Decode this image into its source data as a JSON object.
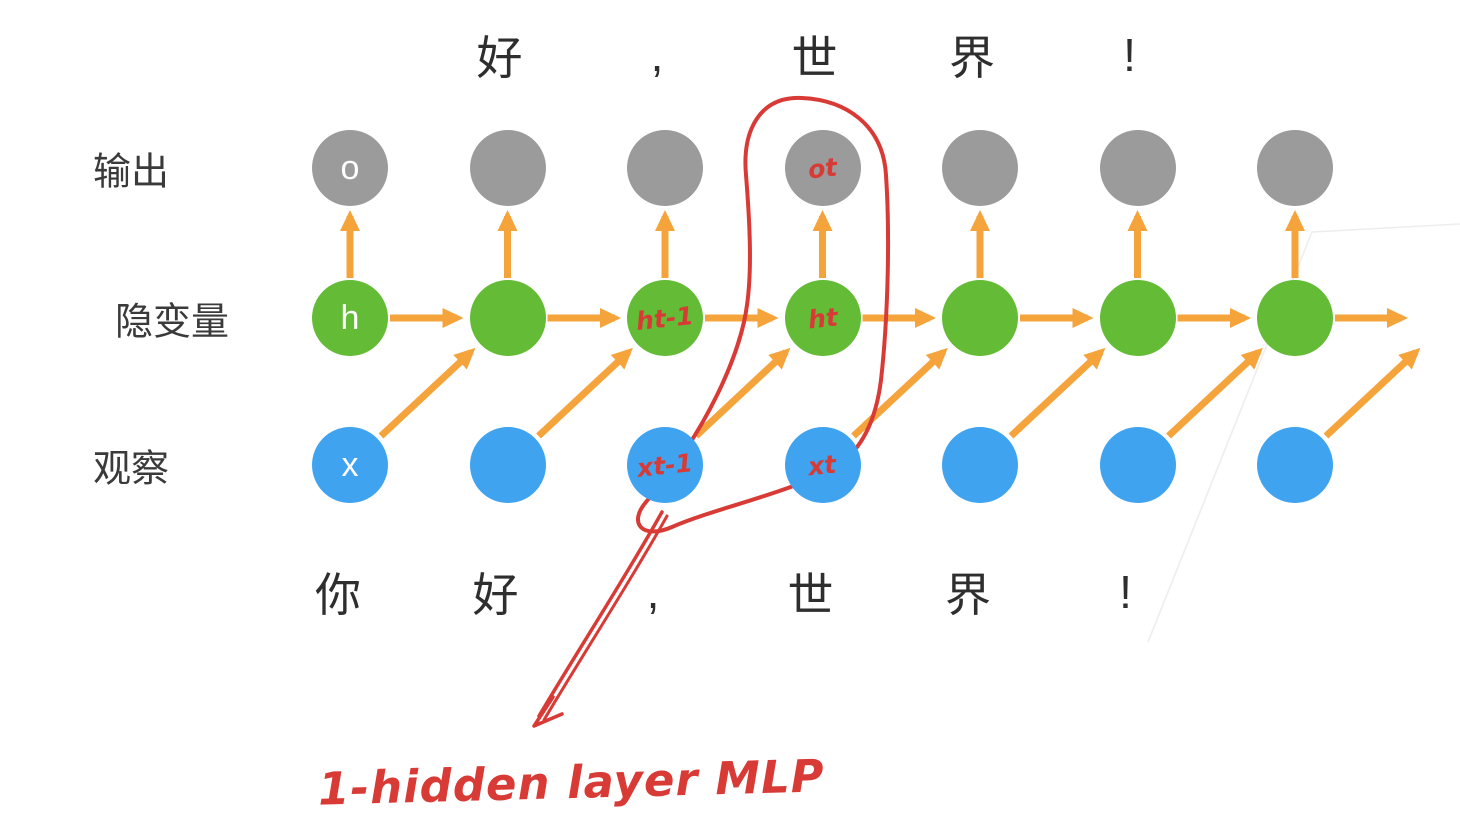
{
  "diagram": {
    "top_caption": [
      "好",
      ",",
      "世",
      "界",
      "!"
    ],
    "bottom_caption": [
      "你",
      "好",
      ",",
      "世",
      "界",
      "!"
    ],
    "row_labels": {
      "output": "输出",
      "hidden": "隐变量",
      "observation": "观察"
    },
    "rows": {
      "output": {
        "labels": [
          "o",
          "",
          "",
          "",
          "",
          "",
          ""
        ],
        "annotations": [
          "",
          "",
          "",
          "ot",
          "",
          "",
          ""
        ]
      },
      "hidden": {
        "labels": [
          "h",
          "",
          "",
          "",
          "",
          "",
          ""
        ],
        "annotations": [
          "",
          "",
          "ht-1",
          "ht",
          "",
          "",
          ""
        ]
      },
      "observation": {
        "labels": [
          "x",
          "",
          "",
          "",
          "",
          "",
          ""
        ],
        "annotations": [
          "",
          "",
          "xt-1",
          "xt",
          "",
          "",
          ""
        ]
      }
    },
    "annotation": {
      "text": "1-hidden layer MLP"
    },
    "colors": {
      "output_node": "#9B9B9B",
      "hidden_node": "#63BB36",
      "observation_node": "#3FA3EF",
      "arrow": "#F5A43C",
      "annotation": "#D83A36",
      "node_letter": "#FFFFFF",
      "caption_text": "#2E2E2E",
      "label_text": "#3A3A3A"
    }
  }
}
